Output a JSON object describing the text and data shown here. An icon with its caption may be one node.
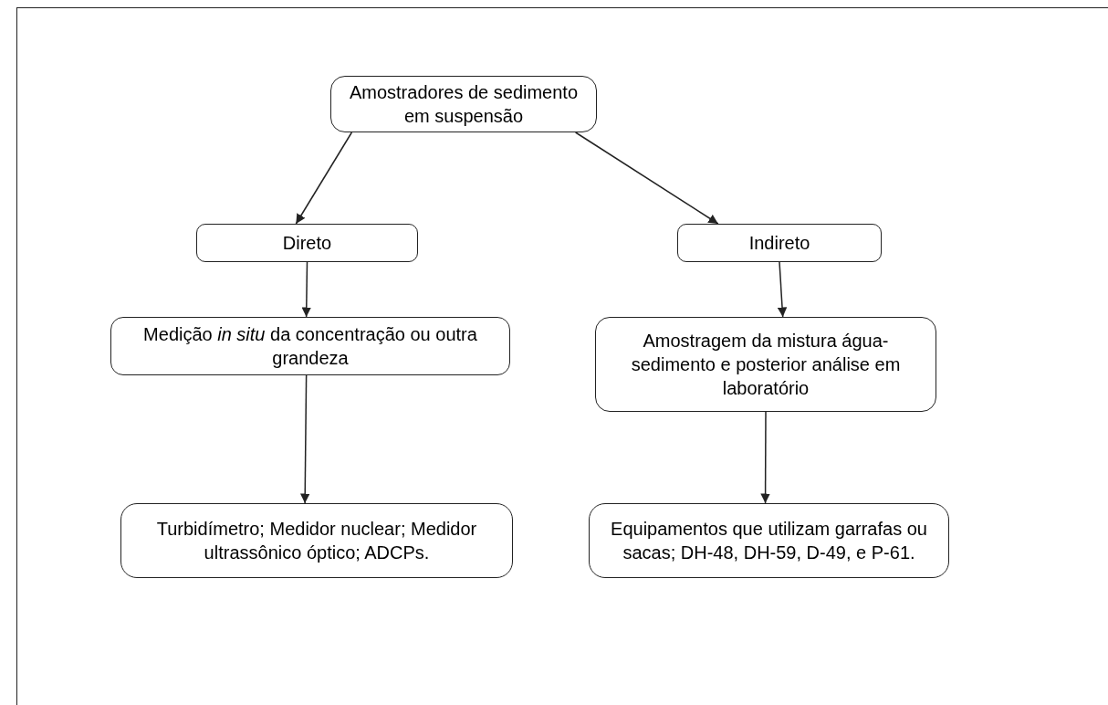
{
  "diagram": {
    "nodes": [
      {
        "text": [
          "Amostradores de sedimento em suspensão"
        ]
      },
      {
        "text": [
          "Direto"
        ]
      },
      {
        "text": [
          "Indireto"
        ]
      },
      {
        "text": [
          "Medição *in situ* da concentração ou outra grandeza"
        ]
      },
      {
        "text": [
          "Amostragem da mistura água-sedimento e posterior análise em laboratório"
        ]
      },
      {
        "text": [
          "Turbidímetro; Medidor nuclear; Medidor ultrassônico óptico; ADCPs."
        ]
      },
      {
        "text": [
          "Equipamentos que utilizam garrafas ou sacas; DH-48, DH-59, D-49, e P-61."
        ]
      }
    ],
    "edges": [
      {
        "from": 0,
        "to": 1,
        "arrow": "to"
      },
      {
        "from": 0,
        "to": 2,
        "arrow": "to"
      },
      {
        "from": 1,
        "to": 3,
        "arrow": "to"
      },
      {
        "from": 2,
        "to": 4,
        "arrow": "to"
      },
      {
        "from": 3,
        "to": 5,
        "arrow": "to"
      },
      {
        "from": 4,
        "to": 6,
        "arrow": "to"
      }
    ]
  }
}
